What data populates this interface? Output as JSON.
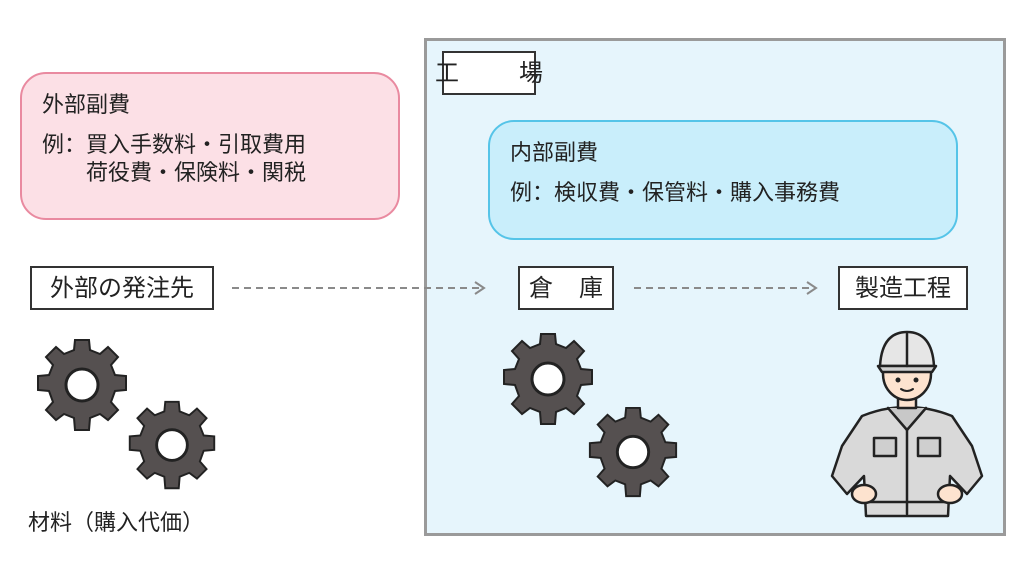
{
  "factory": {
    "label": "工　場",
    "background": "#e6f5fc",
    "border": "#9a9a9a"
  },
  "external_cost": {
    "title": "外部副費",
    "example_prefix": "例：",
    "example_lines": [
      "買入手数料・引取費用",
      "荷役費・保険料・関税"
    ],
    "background": "#fce0e6",
    "border": "#e98aa0"
  },
  "internal_cost": {
    "title": "内部副費",
    "example_prefix": "例：",
    "example_lines": [
      "検収費・保管料・購入事務費"
    ],
    "background": "#c9eefb",
    "border": "#55c4e8"
  },
  "nodes": {
    "supplier": "外部の発注先",
    "warehouse": "倉庫",
    "process": "製造工程"
  },
  "material_caption": "材料（購入代価）",
  "icons": {
    "gears": "gear-icon",
    "worker": "worker-icon",
    "arrows": "dashed-arrow-icon"
  }
}
